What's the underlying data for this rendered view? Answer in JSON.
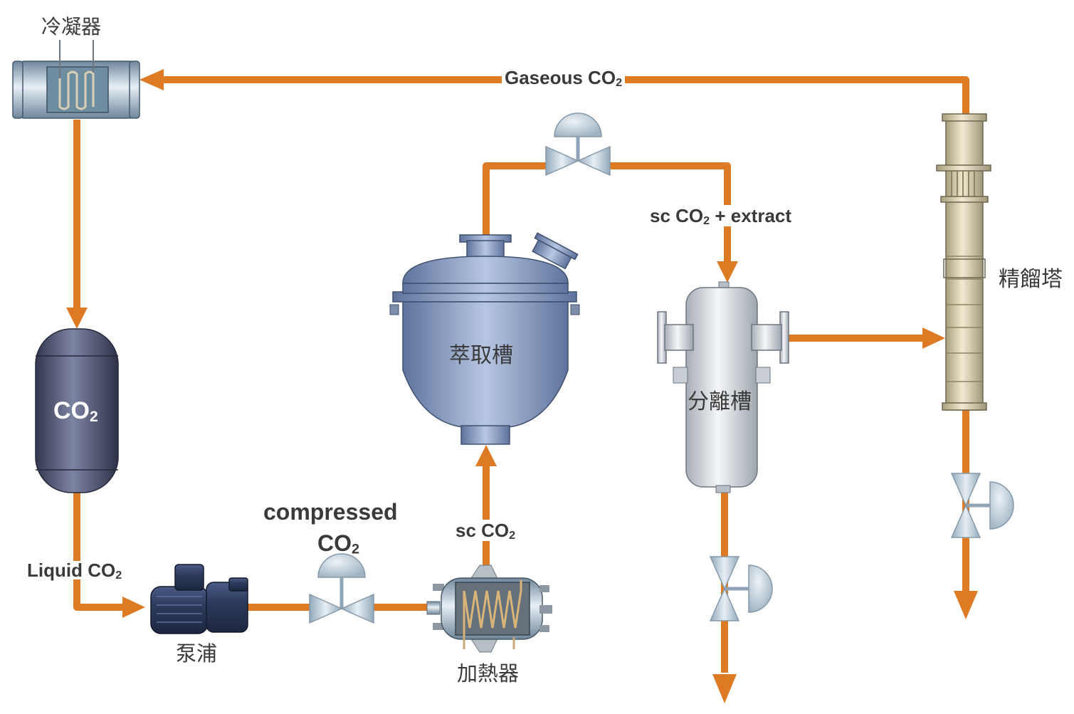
{
  "colors": {
    "pipe": "#DD7A24",
    "label_text": "#3a3a3a",
    "vessel_blue": "#8FA2C8",
    "co2_tank": "#555a7a",
    "column_tan": "#E6D8AE",
    "separator_silver": "#D8DDE3",
    "valve": "#B9C9D6"
  },
  "equipment": {
    "condenser": "冷凝器",
    "co2_tank": {
      "main": "CO",
      "sub": "2"
    },
    "pump": "泵浦",
    "heater": "加熱器",
    "extraction_tank": "萃取槽",
    "separator": "分離槽",
    "column": "精餾塔"
  },
  "flows": {
    "gaseous_co2": {
      "main": "Gaseous CO",
      "sub": "2"
    },
    "liquid_co2": {
      "main": "Liquid CO",
      "sub": "2"
    },
    "compressed_co2": {
      "line1": "compressed",
      "main": "CO",
      "sub": "2"
    },
    "sc_co2": {
      "main": "sc CO",
      "sub": "2"
    },
    "sc_co2_extract": {
      "main": "sc CO",
      "sub": "2",
      "rest": " + extract"
    }
  }
}
